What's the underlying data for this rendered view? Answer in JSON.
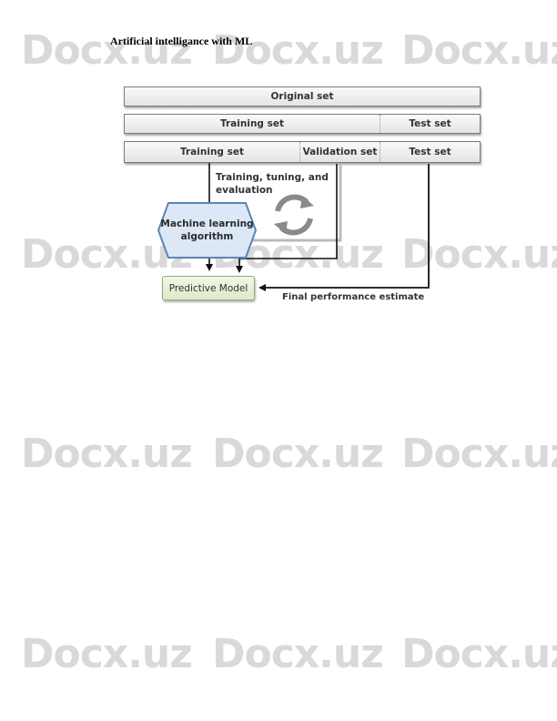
{
  "document": {
    "title": "Artificial intelligance with ML"
  },
  "watermark": {
    "text": "Docx.uz",
    "color": "#d9d9d9"
  },
  "diagram": {
    "row1": {
      "original": "Original set"
    },
    "row2": {
      "training": "Training set",
      "test": "Test set"
    },
    "row3": {
      "training": "Training set",
      "validation": "Validation set",
      "test": "Test set"
    },
    "loop_label": "Training, tuning, and evaluation",
    "algorithm_label": "Machine learning algorithm",
    "model_label": "Predictive Model",
    "final_label": "Final performance estimate",
    "colors": {
      "hexagon_fill": "#dce8f5",
      "hexagon_border": "#5b84b6",
      "model_fill": "#e8efd9",
      "arrow": "#111111"
    }
  }
}
